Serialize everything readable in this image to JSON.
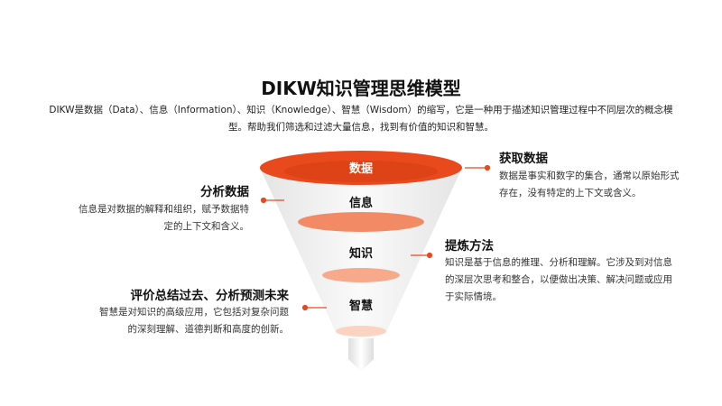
{
  "title": "DIKW知识管理思维模型",
  "intro": "DIKW是数据（Data）、信息（Information）、知识（Knowledge）、智慧（Wisdom）的缩写，它是一种用于描述知识管理过程中不同层次的概念模型。帮助我们筛选和过滤大量信息，找到有价值的知识和智慧。",
  "funnel": {
    "levels": [
      "数据",
      "信息",
      "知识",
      "智慧"
    ]
  },
  "notes": [
    {
      "title": "获取数据",
      "desc": "数据是事实和数字的集合，通常以原始形式存在，没有特定的上下文或含义。"
    },
    {
      "title": "分析数据",
      "desc": "信息是对数据的解释和组织，赋予数据特定的上下文和含义。"
    },
    {
      "title": "提炼方法",
      "desc": "知识是基于信息的推理、分析和理解。它涉及到对信息的深层次思考和整合，以便做出决策、解决问题或应用于实际情境。"
    },
    {
      "title": "评价总结过去、分析预测未来",
      "desc": "智慧是对知识的高级应用，它包括对复杂问题的深刻理解、道德判断和高度的创新。"
    }
  ],
  "colors": {
    "accent": "#e8491d",
    "mid": "#f4916f",
    "light": "#f9c3ac"
  }
}
